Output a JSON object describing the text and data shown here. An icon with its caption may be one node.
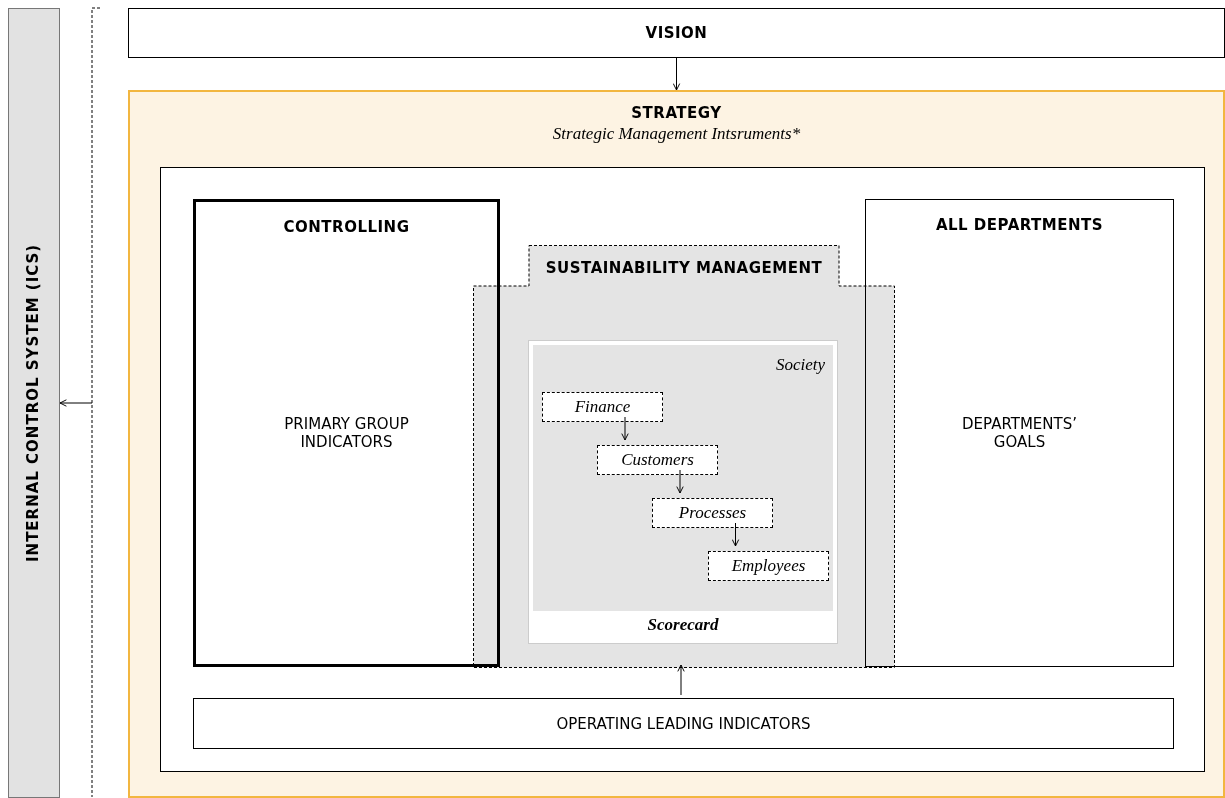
{
  "diagram": {
    "nodes": [
      {
        "text": [
          "INTERNAL CONTROL SYSTEM (ICS)"
        ]
      },
      {
        "text": [],
        "shape": "bracket"
      },
      {
        "text": [
          "VISION"
        ]
      },
      {
        "text": [
          "STRATEGY",
          "Strategic Management Intsruments*"
        ]
      },
      {
        "text": [],
        "shape": "box",
        "in": 3
      },
      {
        "text": [
          "CONTROLLING",
          "PRIMARY GROUP INDICATORS"
        ],
        "in": 4
      },
      {
        "text": [
          "SUSTAINABILITY MANAGEMENT"
        ],
        "in": 4
      },
      {
        "text": [
          "Society",
          "Scorecard"
        ],
        "in": 6
      },
      {
        "text": [
          "Finance"
        ],
        "in": 7
      },
      {
        "text": [
          "Customers"
        ],
        "in": 7
      },
      {
        "text": [
          "Processes"
        ],
        "in": 7
      },
      {
        "text": [
          "Employees"
        ],
        "in": 7
      },
      {
        "text": [
          "ALL DEPARTMENTS",
          "DEPARTMENTS’ GOALS"
        ],
        "in": 4
      },
      {
        "text": [
          "OPERATING LEADING INDICATORS"
        ],
        "in": 4
      }
    ],
    "edges": [
      {
        "from": 1,
        "to": 0,
        "arrow": "to"
      },
      {
        "from": 2,
        "to": 3,
        "arrow": "to"
      },
      {
        "from": 13,
        "to": 6,
        "arrow": "to"
      },
      {
        "from": 8,
        "to": 9,
        "arrow": "to"
      },
      {
        "from": 9,
        "to": 10,
        "arrow": "to"
      },
      {
        "from": 10,
        "to": 11,
        "arrow": "to"
      }
    ]
  }
}
